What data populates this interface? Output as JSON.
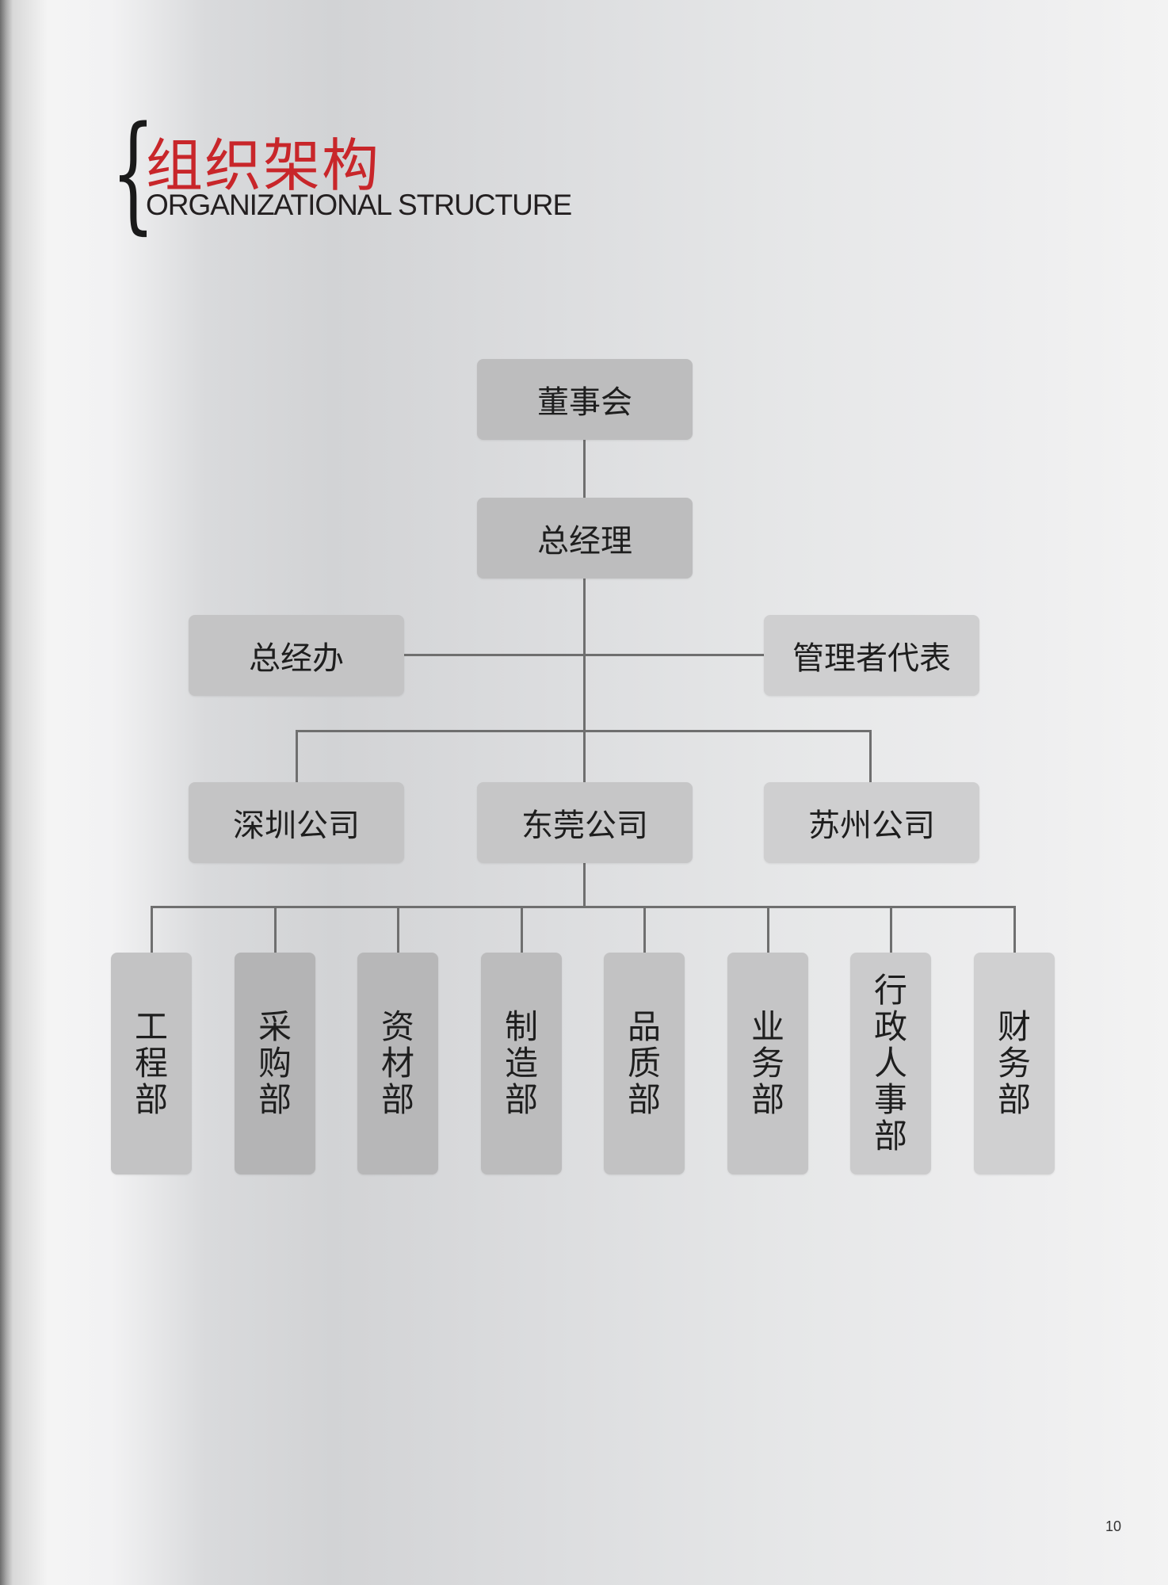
{
  "header": {
    "title_cn": "组织架构",
    "title_en": "ORGANIZATIONAL STRUCTURE",
    "brace": "{"
  },
  "chart": {
    "board": "董事会",
    "gm": "总经理",
    "gm_office": "总经办",
    "mgmt_rep": "管理者代表",
    "companies": [
      "深圳公司",
      "东莞公司",
      "苏州公司"
    ],
    "departments": [
      "工程部",
      "采购部",
      "资材部",
      "制造部",
      "品质部",
      "业务部",
      "行政人事部",
      "财务部"
    ]
  },
  "page_number": "10",
  "colors": {
    "accent": "#c8262a",
    "line": "#6f6f6f"
  }
}
